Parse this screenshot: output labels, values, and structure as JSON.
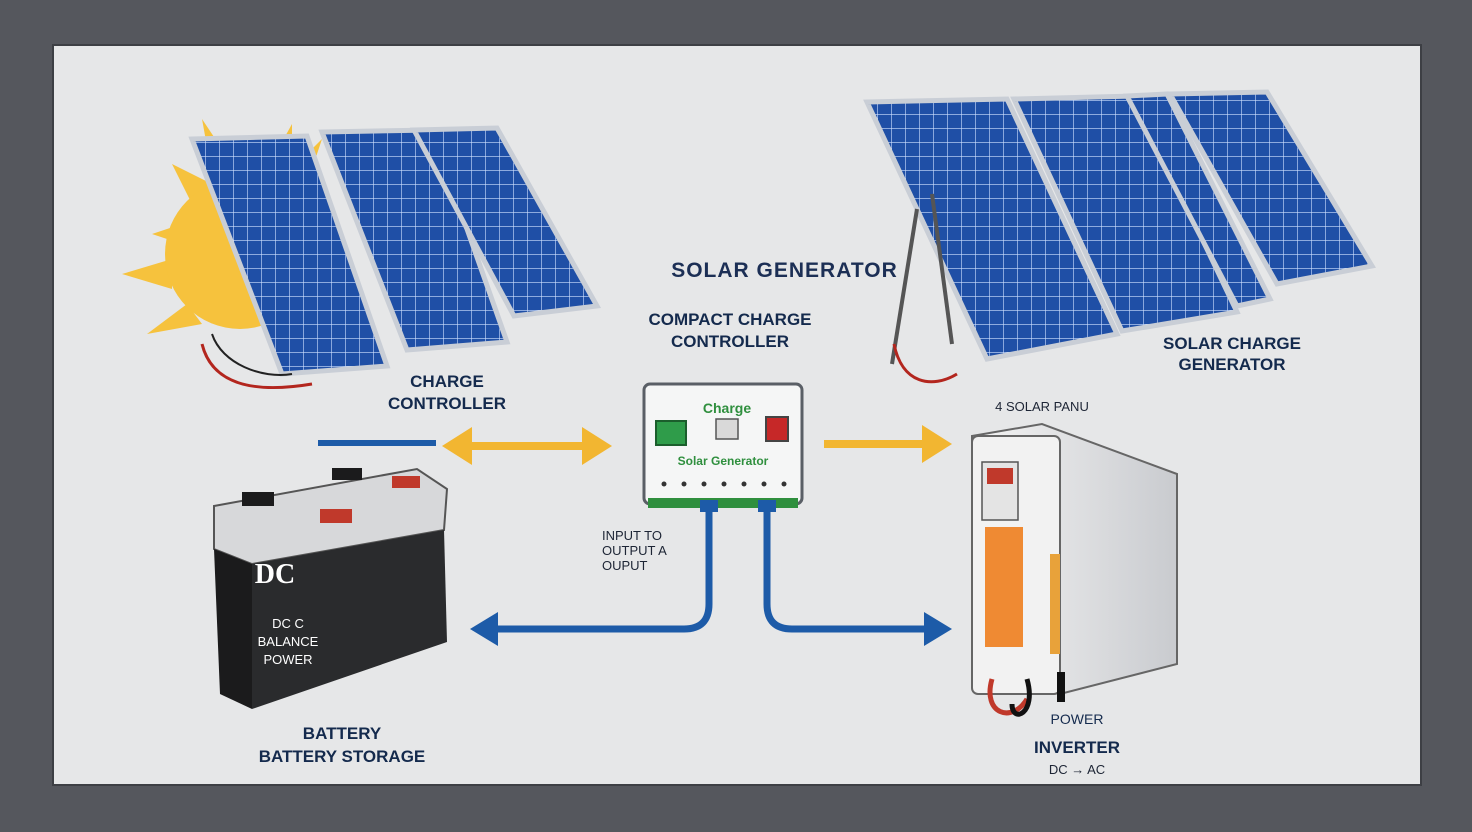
{
  "colors": {
    "frame": "#55575d",
    "background": "#e6e7e8",
    "panel_blue": "#1f4fa6",
    "sun_yellow": "#f6c23d",
    "arrow_yellow": "#f2b631",
    "arrow_blue": "#1d5ba8",
    "label_navy": "#142a4d"
  },
  "labels": {
    "title": "SOLAR GENERATOR",
    "compact_controller_line1": "COMPACT CHARGE",
    "compact_controller_line2": "CONTROLLER",
    "charge_controller_line1": "CHARGE",
    "charge_controller_line2": "CONTROLLER",
    "solar_charge_line1": "SOLAR CHARGE",
    "solar_charge_line2": "GENERATOR",
    "solar_panels": "4 SOLAR PANU",
    "io_line1": "INPUT TO",
    "io_line2": "OUTPUT A",
    "io_line3": "OUPUT",
    "battery_line1": "BATTERY",
    "battery_line2": "BATTERY STORAGE",
    "power": "POWER",
    "inverter": "INVERTER",
    "dc_ac": "DC → AC"
  },
  "controller": {
    "brand": "Charge",
    "name": "Solar Generator"
  },
  "battery": {
    "logo": "DC",
    "text_line1": "DC C",
    "text_line2": "BALANCE",
    "text_line3": "POWER"
  },
  "icons": [
    "sun-icon",
    "solar-panel-icon",
    "battery-icon",
    "charge-controller-icon",
    "inverter-icon",
    "arrow-icon",
    "cable-icon"
  ]
}
